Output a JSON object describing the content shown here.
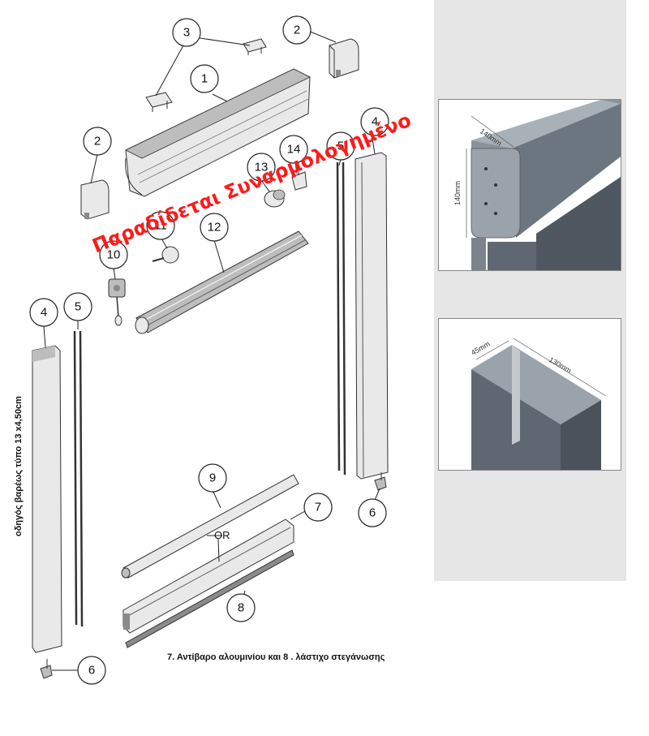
{
  "banner_text": "Παραδίδεται Συναρμολογημένο",
  "side_label": "οδηγός βαρέως τύπο 13 x4,50cm",
  "caption": "7. Αντίβαρο αλουμινίου και 8 . λάστιχο στεγάνωσης",
  "or_label": "OR",
  "callouts": [
    "1",
    "2",
    "2",
    "3",
    "4",
    "4",
    "5",
    "5",
    "6",
    "6",
    "7",
    "8",
    "9",
    "10",
    "11",
    "12",
    "13",
    "14"
  ],
  "detail_top": {
    "dim_a": "140mm",
    "dim_b": "140mm"
  },
  "detail_bottom": {
    "dim_a": "45mm",
    "dim_b": "130mm"
  },
  "colors": {
    "banner": "#ff1a1a",
    "panel_bg": "#e6e6e6",
    "metal_dark": "#5f6872"
  }
}
